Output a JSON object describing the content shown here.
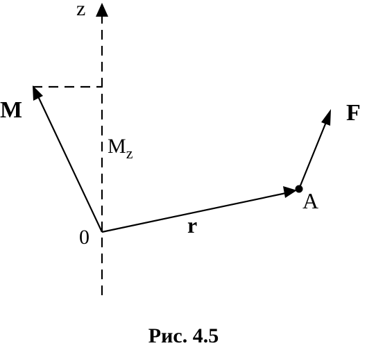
{
  "labels": {
    "z_axis": "z",
    "moment": "M",
    "moment_z_main": "M",
    "moment_z_sub": "z",
    "force": "F",
    "point": "A",
    "radius": "r",
    "origin": "0"
  },
  "caption": "Рис. 4.5"
}
